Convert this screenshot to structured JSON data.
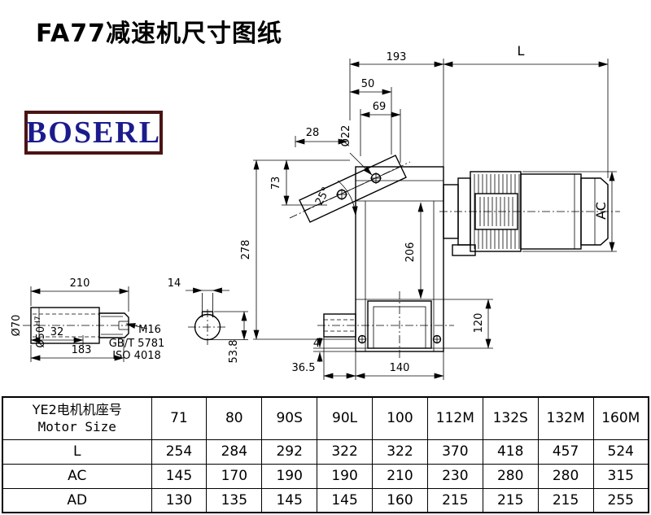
{
  "page": {
    "title": "FA77减速机尺寸图纸"
  },
  "logo": {
    "text": "BOSERL"
  },
  "drawing": {
    "labels": {
      "top_width": "193",
      "motor_length": "L",
      "dim50": "50",
      "dim69": "69",
      "hole_dia": "Ø22",
      "dim28": "28",
      "angle": "25°",
      "dim73": "73",
      "dim278": "278",
      "dim206": "206",
      "motor_height": "AC",
      "dim120": "120",
      "dim4": "4",
      "dim36_5": "36.5",
      "dim140": "140",
      "shaft_length": "210",
      "key_width": "14",
      "shaft_dia": "Ø70",
      "bore_dia": "Ø50",
      "bore_tol": "H7",
      "dim32": "32",
      "dim183": "183",
      "thread": "M16",
      "std1": "GB/T 5781",
      "std2": "ISO 4018",
      "dim53_8": "53.8"
    }
  },
  "table": {
    "frame_header_cn": "YE2电机机座号",
    "frame_header_en": "Motor Size",
    "frame_sizes": [
      "71",
      "80",
      "90S",
      "90L",
      "100",
      "112M",
      "132S",
      "132M",
      "160M"
    ],
    "rows": [
      {
        "label": "L",
        "values": [
          "254",
          "284",
          "292",
          "322",
          "322",
          "370",
          "418",
          "457",
          "524"
        ]
      },
      {
        "label": "AC",
        "values": [
          "145",
          "170",
          "190",
          "190",
          "210",
          "230",
          "280",
          "280",
          "315"
        ]
      },
      {
        "label": "AD",
        "values": [
          "130",
          "135",
          "145",
          "145",
          "160",
          "215",
          "215",
          "215",
          "255"
        ]
      }
    ]
  }
}
